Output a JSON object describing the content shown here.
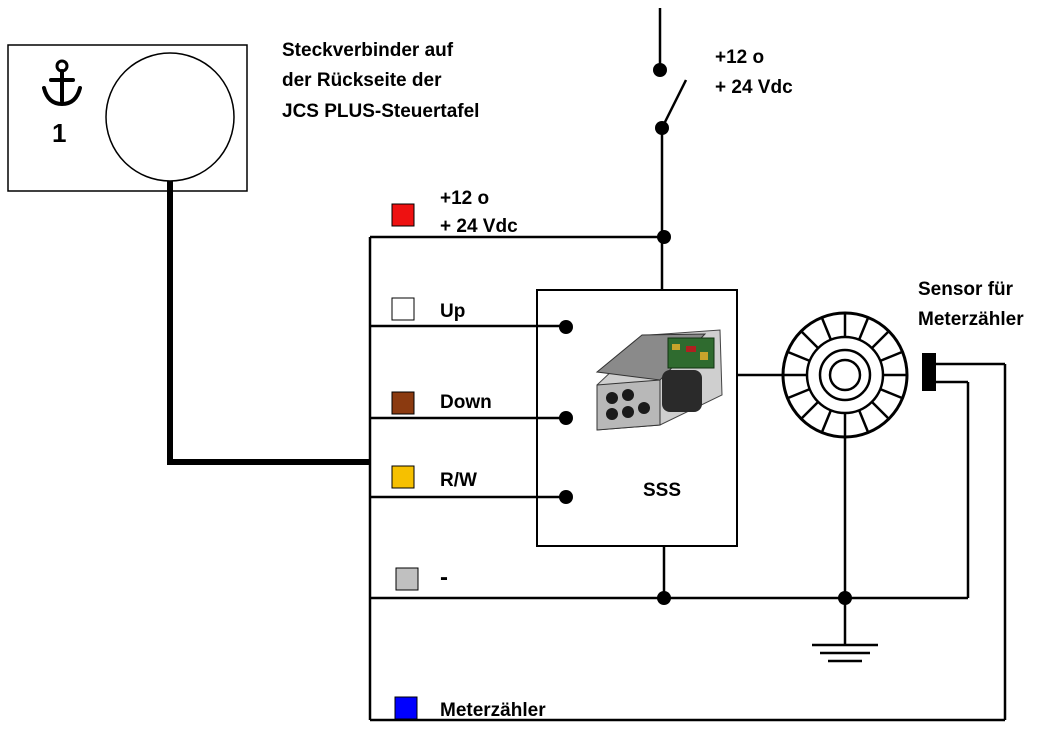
{
  "connector": {
    "anchor_number": "1",
    "label_lines": [
      "Steckverbinder auf",
      "der Rückseite der",
      "JCS PLUS-Steuertafel"
    ]
  },
  "switch_supply": {
    "lines": [
      "+12 o",
      "+ 24 Vdc"
    ]
  },
  "wires": {
    "supply": {
      "lines": [
        "+12 o",
        "+ 24 Vdc"
      ],
      "color": "#ee1111"
    },
    "up": {
      "label": "Up",
      "color": "#ffffff"
    },
    "down": {
      "label": "Down",
      "color": "#8b3a10"
    },
    "rw": {
      "label": "R/W",
      "color": "#f6c000"
    },
    "minus": {
      "label": "-",
      "color": "#c0c0c0"
    },
    "counter": {
      "label": "Meterzähler",
      "color": "#0000ff"
    }
  },
  "unit": {
    "label": "SSS"
  },
  "sensor": {
    "lines": [
      "Sensor für",
      "Meterzähler"
    ]
  }
}
